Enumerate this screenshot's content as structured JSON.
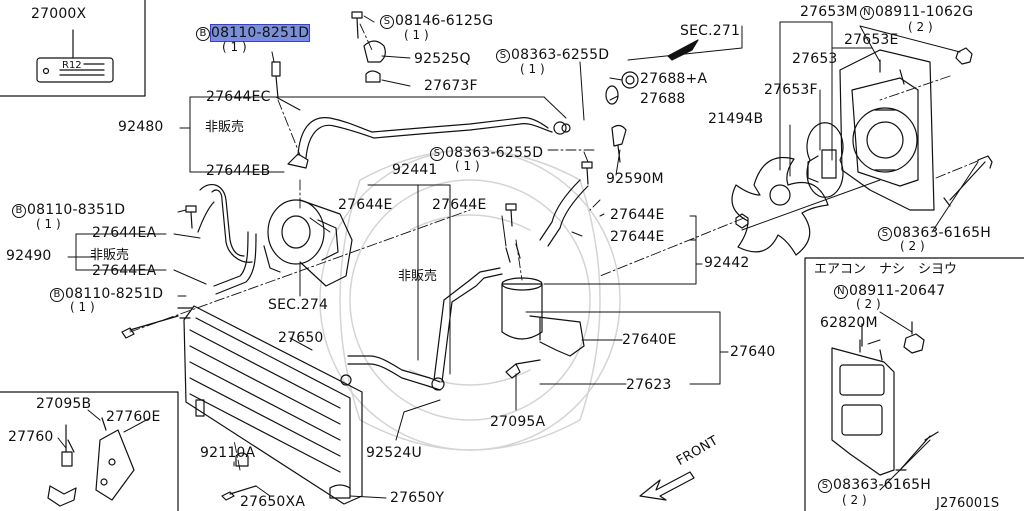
{
  "labels": {
    "p27000X": "27000X",
    "r12": "R12",
    "b0811082510": "08110-8251D",
    "b0811082510_q": "( 1 )",
    "s0814661256": "08146-6125G",
    "s0814661256_q": "( 1 )",
    "p92525Q": "92525Q",
    "p27673F": "27673F",
    "s0836362550a": "08363-6255D",
    "s0836362550a_q": "( 1 )",
    "sec271": "SEC.271",
    "p27653M": "27653M",
    "n0891110620": "08911-1062G",
    "n0891110620_q": "( 2 )",
    "p27653E": "27653E",
    "p27653": "27653",
    "p27688a": "27688+A",
    "p27688": "27688",
    "p27653F": "27653F",
    "p27644EC": "27644EC",
    "p92480": "92480",
    "hanbai1": "非販売",
    "p21494B": "21494B",
    "p27644EB": "27644EB",
    "s0836362550b": "08363-6255D",
    "s0836362550b_q": "( 1 )",
    "p92441": "92441",
    "p92590M": "92590M",
    "b0811083510": "08110-8351D",
    "b0811083510_q": "( 1 )",
    "p27644E_1": "27644E",
    "p27644E_2": "27644E",
    "p27644E_3": "27644E",
    "p27644E_4": "27644E",
    "p27644EA_1": "27644EA",
    "p92490": "92490",
    "hanbai2": "非販売",
    "p27644EA_2": "27644EA",
    "hanbai3": "非販売",
    "p92442": "92442",
    "s0836361650a": "08363-6165H",
    "s0836361650a_q": "( 2 )",
    "b0811082510b": "08110-8251D",
    "b0811082510b_q": "( 1 )",
    "sec274": "SEC.274",
    "aircon": "エアコン　ナシ　シヨウ",
    "n0891120647": "08911-20647",
    "n0891120647_q": "( 2 )",
    "p62820M": "62820M",
    "p27650": "27650",
    "p27640E": "27640E",
    "p27640": "27640",
    "p27623": "27623",
    "p27095B": "27095B",
    "p27760E": "27760E",
    "p27760": "27760",
    "p27095A": "27095A",
    "p92110A": "92110A",
    "p92524U": "92524U",
    "p27650XA": "27650XA",
    "p27650Y": "27650Y",
    "front": "FRONT",
    "s0836361650b": "08363-6165H",
    "s0836361650b_q": "( 2 )",
    "diagram_id": "J276001S"
  },
  "prefixes": {
    "bolt": "B",
    "screw": "S",
    "nut": "N"
  },
  "colors": {
    "highlight": "#7b8fd6",
    "line": "#111111"
  }
}
